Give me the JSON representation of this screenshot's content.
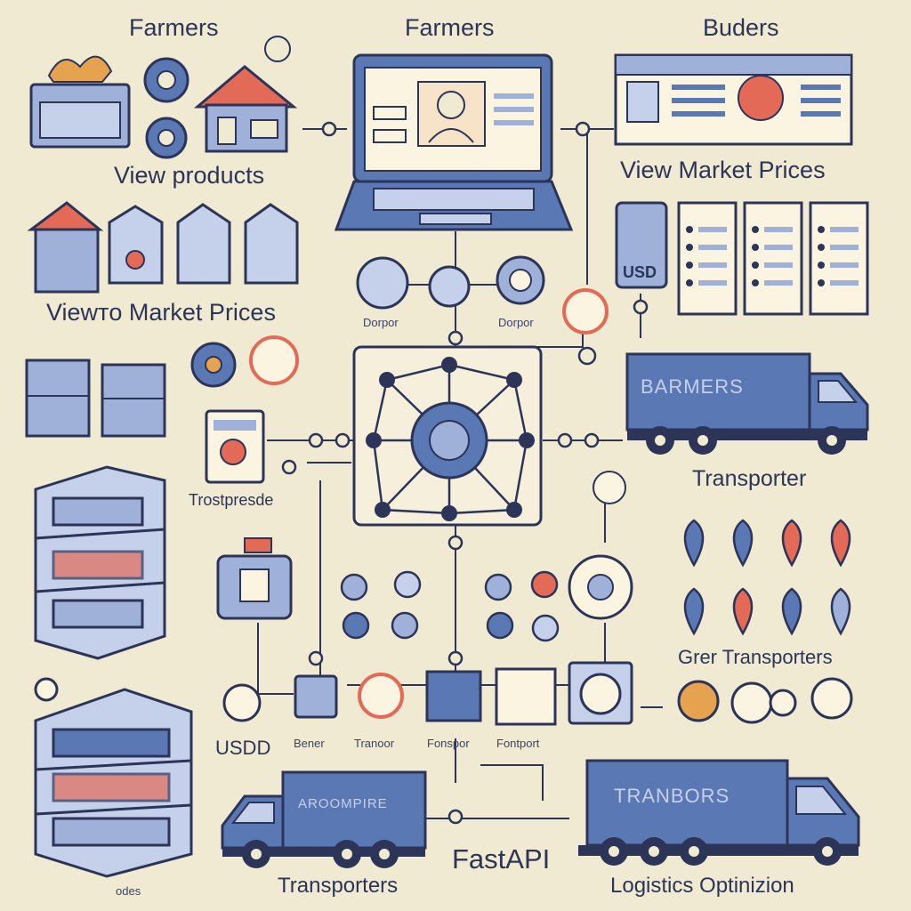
{
  "labels": {
    "top_left_title": "Farmers",
    "top_center_title": "Farmers",
    "top_right_title": "Buders",
    "view_products": "View products",
    "view_market_prices_right": "View Market Prices",
    "view_market_prices_left": "Viewᴛᴏ Market Prices",
    "transporter": "Transporter",
    "truck_top_text": "BARMERS",
    "frostpresde": "Trostpresde",
    "gier_transporters": "Grer Transporters",
    "usdd": "USDD",
    "fastapi": "FastAPI",
    "transporters_bottom": "Transporters",
    "logistics": "Logistics Optinizion",
    "truck_bottom_left_text": "AROOMPIRE",
    "truck_bottom_right_text": "TRANBORS",
    "small_dorpor_1": "Dorpor",
    "small_dorpor_2": "Dorpor",
    "small_bener": "Bener",
    "small_tranoor": "Tranoor",
    "small_fonspor": "Fonspor",
    "small_fontport": "Fontport",
    "small_usd_panel": "USD",
    "small_bottom_odes": "odes"
  },
  "colors": {
    "background": "#f0ead2",
    "navy": "#2c3458",
    "blue": "#5a78b4",
    "light_blue": "#9fb1d9",
    "coral": "#e46a58",
    "paper": "#faf4e0"
  }
}
